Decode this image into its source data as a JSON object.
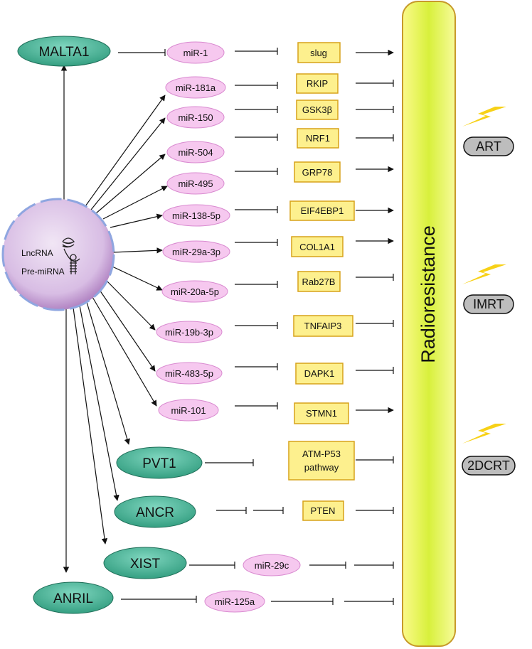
{
  "center": {
    "line1": "LncRNA",
    "line2": "Pre-miRNA"
  },
  "bar": {
    "label": "Radioresistance"
  },
  "therapies": [
    "ART",
    "IMRT",
    "2DCRT"
  ],
  "lncrnas": [
    "MALTA1",
    "PVT1",
    "ANCR",
    "XIST",
    "ANRIL"
  ],
  "mirnas": [
    "miR-1",
    "miR-181a",
    "miR-150",
    "miR-504",
    "miR-495",
    "miR-138-5p",
    "miR-29a-3p",
    "miR-20a-5p",
    "miR-19b-3p",
    "miR-483-5p",
    "miR-101",
    "miR-29c",
    "miR-125a"
  ],
  "targets": [
    "slug",
    "RKIP",
    "GSK3β",
    "NRF1",
    "GRP78",
    "EIF4EBP1",
    "COL1A1",
    "Rab27B",
    "TNFAIP3",
    "DAPK1",
    "STMN1",
    "ATM-P53",
    "pathway",
    "PTEN"
  ],
  "colors": {
    "lnc_fill": "#3aa98a",
    "mir_fill": "#f6c8ef",
    "mir_stroke": "#d98ad0",
    "target_fill": "#fdf08e",
    "target_stroke": "#d7a21a",
    "bar_top": "#fbfb9c",
    "bar_mid": "#d9f23a",
    "bar_stroke": "#c79a2a",
    "bolt": "#f7d117",
    "therapy_fill": "#bdbdbd"
  }
}
